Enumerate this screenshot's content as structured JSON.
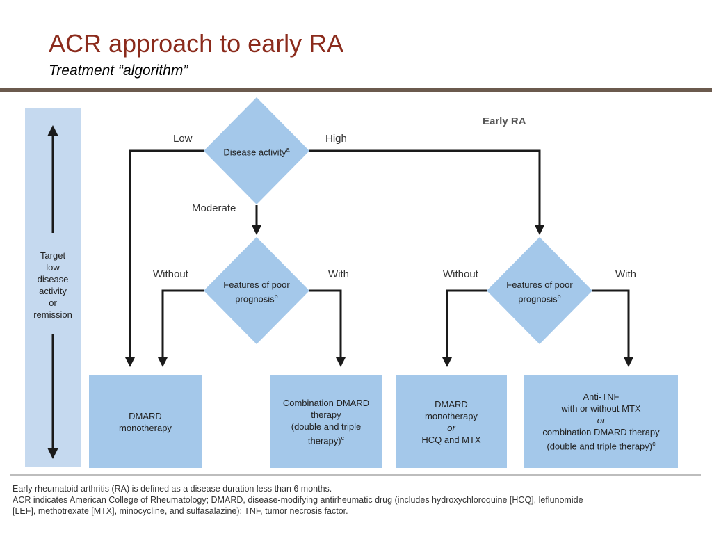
{
  "slide": {
    "title": "ACR approach to early RA",
    "subtitle": "Treatment “algorithm”"
  },
  "diagram": {
    "panel_label": "Early RA",
    "target_bar": {
      "lines": [
        "Target",
        "low",
        "disease",
        "activity",
        "or",
        "remission"
      ]
    },
    "decision_disease": {
      "text": "Disease activity",
      "sup": "a",
      "low": "Low",
      "high": "High",
      "moderate": "Moderate"
    },
    "decision_prognosis_left": {
      "line1": "Features of poor",
      "line2": "prognosis",
      "sup": "b",
      "without": "Without",
      "with": "With"
    },
    "decision_prognosis_right": {
      "line1": "Features of poor",
      "line2": "prognosis",
      "sup": "b",
      "without": "Without",
      "with": "With"
    },
    "outcome_dmard_mono": {
      "line1": "DMARD",
      "line2": "monotherapy"
    },
    "outcome_combination": {
      "line1": "Combination DMARD",
      "line2": "therapy",
      "line3": "(double and triple",
      "line4": "therapy)",
      "sup": "c"
    },
    "outcome_dmard_or_hcq": {
      "line1": "DMARD",
      "line2": "monotherapy",
      "line3": "or",
      "line4": "HCQ and MTX"
    },
    "outcome_anti_tnf": {
      "line1": "Anti-TNF",
      "line2": "with or without MTX",
      "line3": "or",
      "line4": "combination DMARD therapy",
      "line5": "(double and triple therapy)",
      "sup": "c"
    },
    "colors": {
      "box": "#a4c8ea",
      "target_bar": "#c5d9ef",
      "arrow": "#1a1a1a",
      "title": "#8b2b1c"
    }
  },
  "footnotes": {
    "line1": "Early rheumatoid arthritis (RA) is defined as a disease duration less than 6 months.",
    "line2": "ACR indicates American College of Rheumatology; DMARD, disease-modifying antirheumatic drug (includes hydroxychloroquine [HCQ], leflunomide",
    "line3": "[LEF], methotrexate [MTX], minocycline, and sulfasalazine); TNF, tumor necrosis factor."
  }
}
